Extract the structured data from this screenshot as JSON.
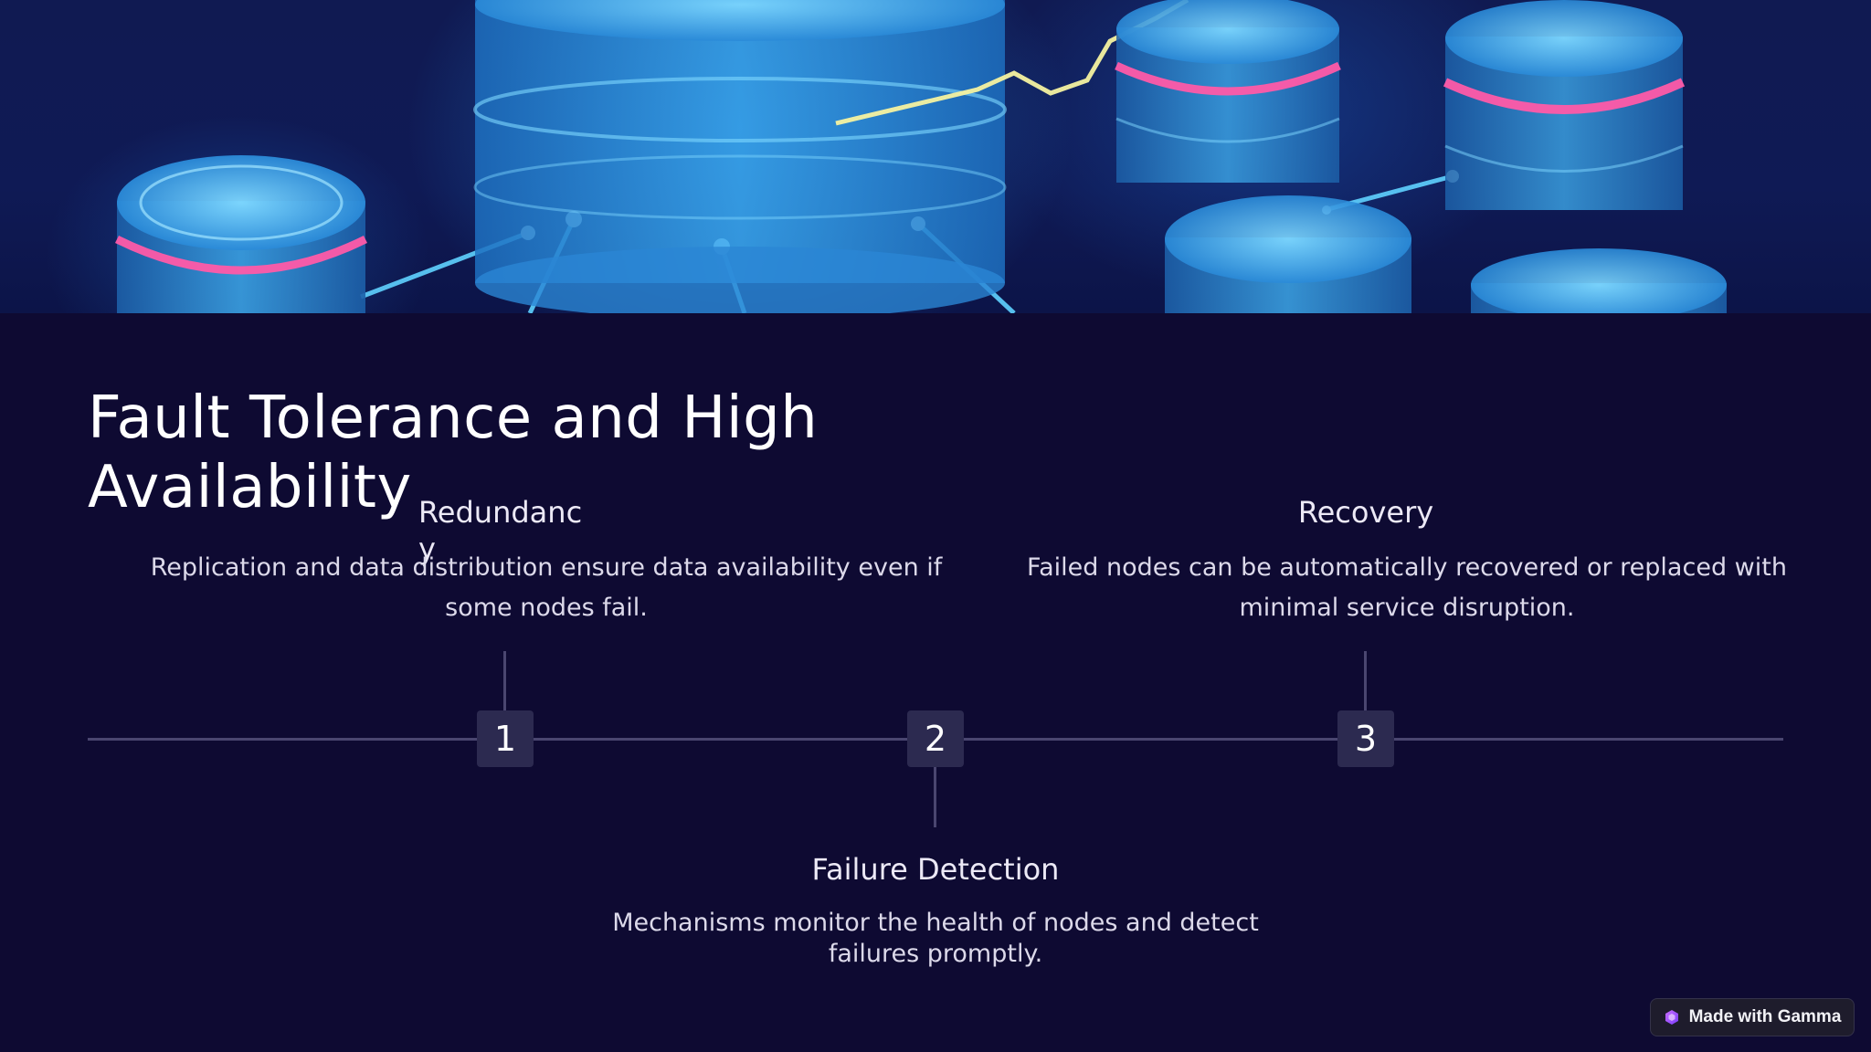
{
  "slide": {
    "title": "Fault Tolerance and High Availability"
  },
  "timeline": {
    "steps": [
      {
        "number": "1",
        "title": "Redundancy",
        "description": "Replication and data distribution ensure data availability even if some nodes fail."
      },
      {
        "number": "2",
        "title": "Failure Detection",
        "description": "Mechanisms monitor the health of nodes and detect failures promptly."
      },
      {
        "number": "3",
        "title": "Recovery",
        "description": "Failed nodes can be automatically recovered or replaced with minimal service disruption."
      }
    ]
  },
  "badge": {
    "label": "Made with Gamma",
    "icon": "gamma-logo-icon"
  },
  "colors": {
    "background": "#0e0a32",
    "axis": "#4a4670",
    "marker": "#2c2a50",
    "accent_cyan": "#3cc8ff",
    "accent_pink": "#ff5aa8"
  }
}
